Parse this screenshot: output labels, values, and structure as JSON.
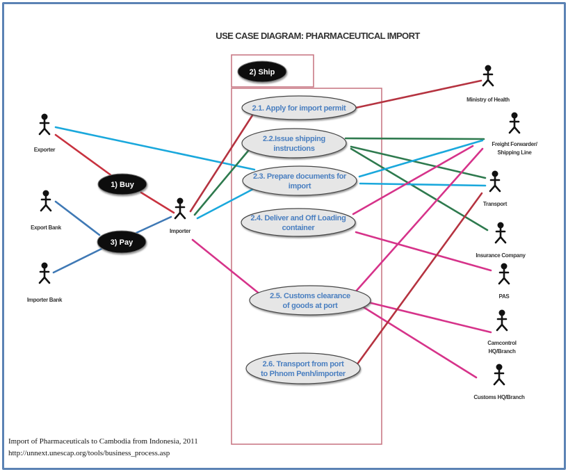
{
  "title": "USE CASE DIAGRAM: PHARMACEUTICAL IMPORT",
  "colors": {
    "frame": "#5b82b4",
    "system_box": "#c97a85",
    "usecase_fill": "#e6e6e6",
    "usecase_text": "#4a7fc0",
    "red": "#c8323f",
    "green": "#2e7a4e",
    "cyan": "#1aa8dc",
    "blue": "#3f79b5",
    "magenta": "#d6338a",
    "darkred": "#b53340"
  },
  "top_level_use_cases": [
    {
      "id": "buy",
      "label": "1) Buy"
    },
    {
      "id": "ship",
      "label": "2) Ship"
    },
    {
      "id": "pay",
      "label": "3) Pay"
    }
  ],
  "use_cases": [
    {
      "id": "uc21",
      "lines": [
        "2.1. Apply for import permit"
      ]
    },
    {
      "id": "uc22",
      "lines": [
        "2.2.Issue shipping",
        "instructions"
      ]
    },
    {
      "id": "uc23",
      "lines": [
        "2.3. Prepare documents for",
        "import"
      ]
    },
    {
      "id": "uc24",
      "lines": [
        "2.4. Deliver and Off Loading",
        "container"
      ]
    },
    {
      "id": "uc25",
      "lines": [
        "2.5. Customs clearance",
        "of goods at port"
      ]
    },
    {
      "id": "uc26",
      "lines": [
        "2.6. Transport from port",
        "to Phnom Penh/importer"
      ]
    }
  ],
  "actors": [
    {
      "id": "exporter",
      "lines": [
        "Exporter"
      ]
    },
    {
      "id": "export_bank",
      "lines": [
        "Export Bank"
      ]
    },
    {
      "id": "importer_bank",
      "lines": [
        "Importer Bank"
      ]
    },
    {
      "id": "importer",
      "lines": [
        "Importer"
      ]
    },
    {
      "id": "moh",
      "lines": [
        "Ministry of Health"
      ]
    },
    {
      "id": "freight",
      "lines": [
        "Freight Forwarder/",
        "Shipping Line"
      ]
    },
    {
      "id": "transport",
      "lines": [
        "Transport"
      ]
    },
    {
      "id": "insurance",
      "lines": [
        "Insurance Company"
      ]
    },
    {
      "id": "pas",
      "lines": [
        "PAS"
      ]
    },
    {
      "id": "camcontrol",
      "lines": [
        "Camcontrol",
        "HQ/Branch"
      ]
    },
    {
      "id": "customs",
      "lines": [
        "Customs HQ/Branch"
      ]
    }
  ],
  "associations": [
    {
      "from": "exporter",
      "to": "buy",
      "color": "red"
    },
    {
      "from": "buy",
      "to": "importer",
      "color": "red"
    },
    {
      "from": "exporter",
      "to": "uc23",
      "color": "cyan"
    },
    {
      "from": "export_bank",
      "to": "pay",
      "color": "blue"
    },
    {
      "from": "importer_bank",
      "to": "pay",
      "color": "blue"
    },
    {
      "from": "pay",
      "to": "importer",
      "color": "blue"
    },
    {
      "from": "importer",
      "to": "uc21",
      "color": "darkred"
    },
    {
      "from": "importer",
      "to": "uc22",
      "color": "green"
    },
    {
      "from": "importer",
      "to": "uc23",
      "color": "cyan"
    },
    {
      "from": "importer",
      "to": "uc25",
      "color": "magenta"
    },
    {
      "from": "uc21",
      "to": "moh",
      "color": "darkred"
    },
    {
      "from": "uc22",
      "to": "freight",
      "color": "green"
    },
    {
      "from": "uc22",
      "to": "transport",
      "color": "green"
    },
    {
      "from": "uc22",
      "to": "insurance",
      "color": "green"
    },
    {
      "from": "uc23",
      "to": "freight",
      "color": "cyan"
    },
    {
      "from": "uc23",
      "to": "transport",
      "color": "cyan"
    },
    {
      "from": "uc24",
      "to": "freight",
      "color": "magenta"
    },
    {
      "from": "uc24",
      "to": "pas",
      "color": "magenta"
    },
    {
      "from": "uc25",
      "to": "freight",
      "color": "magenta"
    },
    {
      "from": "uc25",
      "to": "camcontrol",
      "color": "magenta"
    },
    {
      "from": "uc25",
      "to": "customs",
      "color": "magenta"
    },
    {
      "from": "uc26",
      "to": "transport",
      "color": "darkred"
    }
  ],
  "caption": {
    "line1": "Import of Pharmaceuticals to Cambodia from Indonesia, 2011",
    "line2": "http://unnext.unescap.org/tools/business_process.asp"
  }
}
